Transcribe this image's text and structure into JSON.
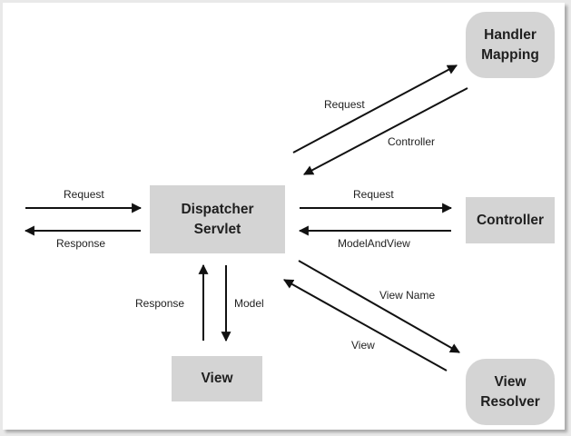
{
  "nodes": {
    "dispatcher": {
      "line1": "Dispatcher",
      "line2": "Servlet"
    },
    "handler_mapping": {
      "line1": "Handler",
      "line2": "Mapping"
    },
    "controller": {
      "label": "Controller"
    },
    "view_resolver": {
      "line1": "View",
      "line2": "Resolver"
    },
    "view": {
      "label": "View"
    }
  },
  "edges": {
    "client_request": "Request",
    "client_response": "Response",
    "hm_request": "Request",
    "hm_controller": "Controller",
    "ctrl_request": "Request",
    "ctrl_modelandview": "ModelAndView",
    "vr_viewname": "View Name",
    "vr_view": "View",
    "view_response": "Response",
    "view_model": "Model"
  }
}
